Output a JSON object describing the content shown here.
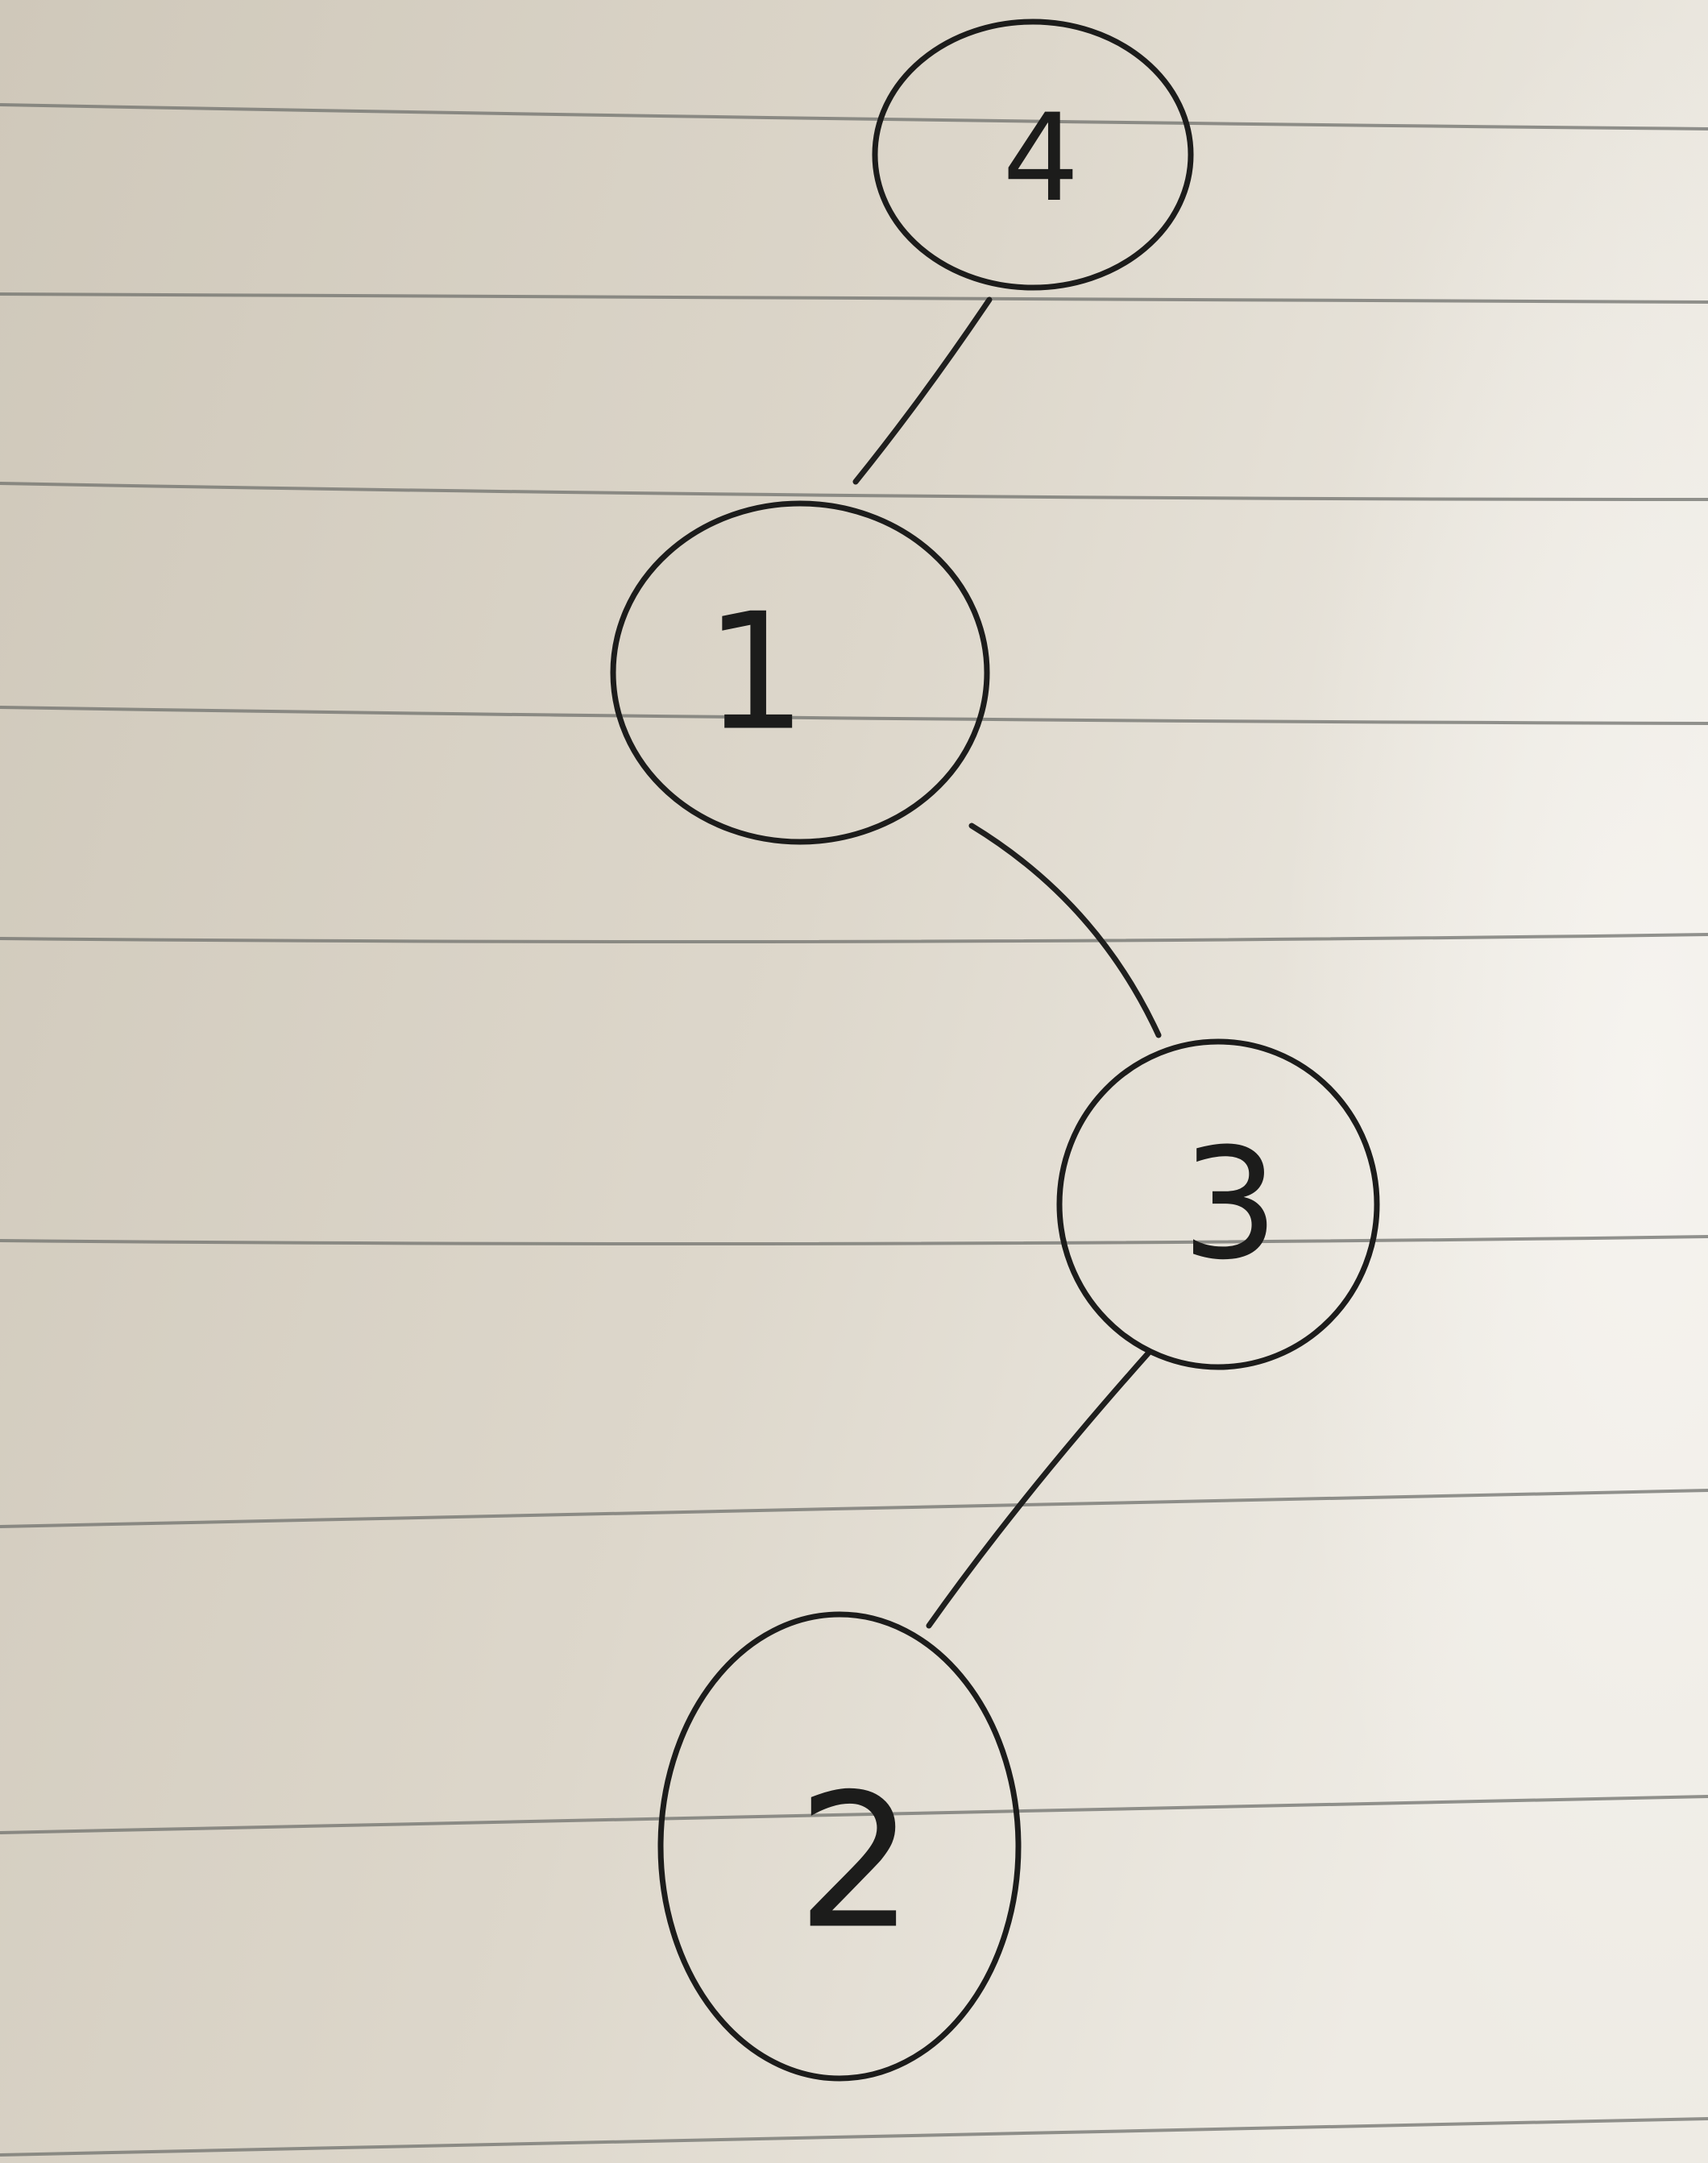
{
  "diagram": {
    "type": "binary-tree",
    "nodes": [
      {
        "id": "n4",
        "label": "4"
      },
      {
        "id": "n1",
        "label": "1"
      },
      {
        "id": "n3",
        "label": "3"
      },
      {
        "id": "n2",
        "label": "2"
      }
    ],
    "edges": [
      {
        "from": "n4",
        "to": "n1",
        "side": "left"
      },
      {
        "from": "n1",
        "to": "n3",
        "side": "right"
      },
      {
        "from": "n3",
        "to": "n2",
        "side": "left"
      }
    ]
  },
  "colors": {
    "paper_light": "#e9e4da",
    "paper_shadow": "#c9c2b4",
    "ink": "#1c1c1b",
    "ruled_line": "#6f706c"
  }
}
